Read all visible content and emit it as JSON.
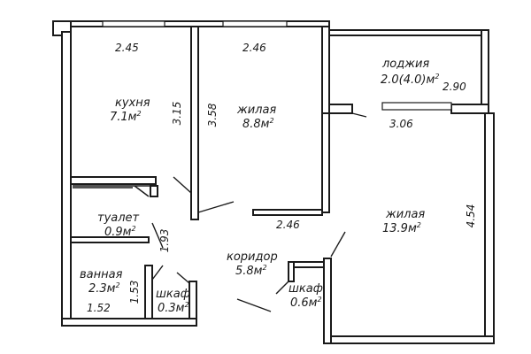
{
  "rooms": {
    "kitchen": {
      "name": "кухня",
      "area": "7.1м",
      "sup": "2"
    },
    "living1": {
      "name": "жилая",
      "area": "8.8м",
      "sup": "2"
    },
    "living2": {
      "name": "жилая",
      "area": "13.9м",
      "sup": "2"
    },
    "loggia": {
      "name": "лоджия",
      "area": "2.0(4.0)м",
      "sup": "2"
    },
    "toilet": {
      "name": "туалет",
      "area": "0.9м",
      "sup": "2"
    },
    "bathroom": {
      "name": "ванная",
      "area": "2.3м",
      "sup": "2"
    },
    "corridor": {
      "name": "коридор",
      "area": "5.8м",
      "sup": "2"
    },
    "closet1": {
      "name": "шкаф",
      "area": "0.3м",
      "sup": "2"
    },
    "closet2": {
      "name": "шкаф",
      "area": "0.6м",
      "sup": "2"
    }
  },
  "dimensions": {
    "kitchen_width": "2.45",
    "kitchen_depth": "3.15",
    "living1_width_top": "2.46",
    "living1_depth": "3.58",
    "living1_width_bottom": "2.46",
    "loggia_depth": "2.90",
    "living2_width": "3.06",
    "living2_depth": "4.54",
    "toilet_corridor": "1.93",
    "bathroom_width": "1.52",
    "bathroom_depth": "1.53"
  }
}
